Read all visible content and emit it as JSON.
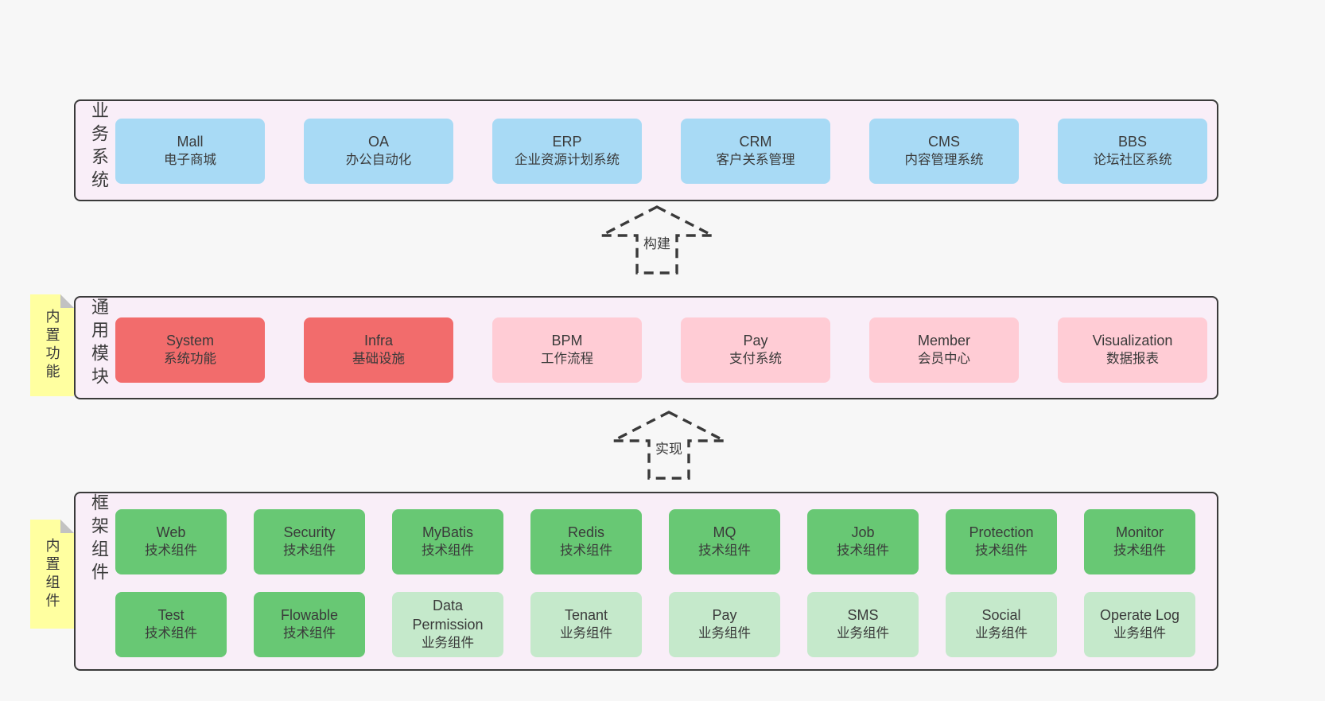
{
  "layers": [
    {
      "label": "业务系统",
      "items": [
        {
          "title": "Mall",
          "subtitle": "电子商城"
        },
        {
          "title": "OA",
          "subtitle": "办公自动化"
        },
        {
          "title": "ERP",
          "subtitle": "企业资源计划系统"
        },
        {
          "title": "CRM",
          "subtitle": "客户关系管理"
        },
        {
          "title": "CMS",
          "subtitle": "内容管理系统"
        },
        {
          "title": "BBS",
          "subtitle": "论坛社区系统"
        }
      ]
    },
    {
      "label": "通用模块",
      "note": "内置功能",
      "items": [
        {
          "title": "System",
          "subtitle": "系统功能"
        },
        {
          "title": "Infra",
          "subtitle": "基础设施"
        },
        {
          "title": "BPM",
          "subtitle": "工作流程"
        },
        {
          "title": "Pay",
          "subtitle": "支付系统"
        },
        {
          "title": "Member",
          "subtitle": "会员中心"
        },
        {
          "title": "Visualization",
          "subtitle": "数据报表"
        }
      ]
    },
    {
      "label": "框架组件",
      "note": "内置组件",
      "rows": [
        [
          {
            "title": "Web",
            "subtitle": "技术组件"
          },
          {
            "title": "Security",
            "subtitle": "技术组件"
          },
          {
            "title": "MyBatis",
            "subtitle": "技术组件"
          },
          {
            "title": "Redis",
            "subtitle": "技术组件"
          },
          {
            "title": "MQ",
            "subtitle": "技术组件"
          },
          {
            "title": "Job",
            "subtitle": "技术组件"
          },
          {
            "title": "Protection",
            "subtitle": "技术组件"
          },
          {
            "title": "Monitor",
            "subtitle": "技术组件"
          }
        ],
        [
          {
            "title": "Test",
            "subtitle": "技术组件"
          },
          {
            "title": "Flowable",
            "subtitle": "技术组件"
          },
          {
            "title": "Data Permission",
            "subtitle": "业务组件"
          },
          {
            "title": "Tenant",
            "subtitle": "业务组件"
          },
          {
            "title": "Pay",
            "subtitle": "业务组件"
          },
          {
            "title": "SMS",
            "subtitle": "业务组件"
          },
          {
            "title": "Social",
            "subtitle": "业务组件"
          },
          {
            "title": "Operate Log",
            "subtitle": "业务组件"
          }
        ]
      ]
    }
  ],
  "arrows": [
    {
      "label": "构建"
    },
    {
      "label": "实现"
    }
  ],
  "colors": {
    "page_bg": "#f7f7f7",
    "layer_bg": "#f9eef8",
    "layer_border": "#3a3a3a",
    "blue_box": "#a8daf5",
    "red_box": "#f26c6c",
    "pink_box": "#ffccd5",
    "green_box": "#68c874",
    "light_green_box": "#c5e9cb",
    "note_bg": "#ffffa0",
    "arrow_stroke": "#3a3a3a",
    "text": "#3a3a3a"
  }
}
